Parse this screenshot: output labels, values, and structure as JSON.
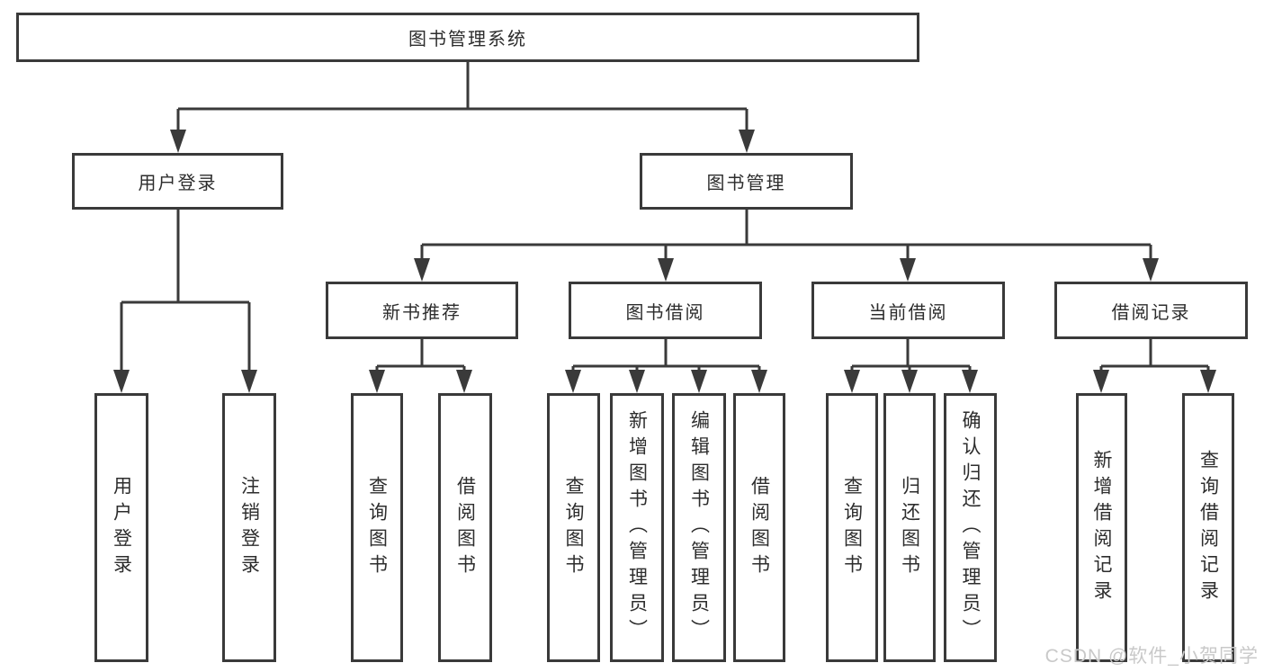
{
  "tree": {
    "root": {
      "label": "图书管理系统"
    },
    "branches": [
      {
        "label": "用户登录",
        "children": [
          {
            "label": "用户登录"
          },
          {
            "label": "注销登录"
          }
        ]
      },
      {
        "label": "图书管理",
        "groups": [
          {
            "label": "新书推荐",
            "children": [
              {
                "label": "查询图书"
              },
              {
                "label": "借阅图书"
              }
            ]
          },
          {
            "label": "图书借阅",
            "children": [
              {
                "label": "查询图书"
              },
              {
                "label": "新增图书（管理员）"
              },
              {
                "label": "编辑图书（管理员）"
              },
              {
                "label": "借阅图书"
              }
            ]
          },
          {
            "label": "当前借阅",
            "children": [
              {
                "label": "查询图书"
              },
              {
                "label": "归还图书"
              },
              {
                "label": "确认归还（管理员）"
              }
            ]
          },
          {
            "label": "借阅记录",
            "children": [
              {
                "label": "新增借阅记录"
              },
              {
                "label": "查询借阅记录"
              }
            ]
          }
        ]
      }
    ]
  },
  "watermark": {
    "text": "CSDN @软件_小贺同学"
  },
  "colors": {
    "line": "#3a3a3a",
    "box_border": "#3a3a3a",
    "text": "#2d2d2d",
    "background": "#ffffff",
    "watermark": "#c9c9c9"
  }
}
